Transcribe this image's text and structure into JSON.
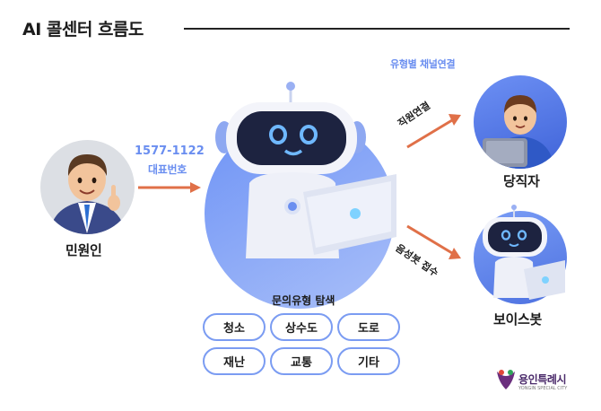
{
  "header": {
    "title": "AI 콜센터 흐름도"
  },
  "citizen": {
    "label": "민원인",
    "phone_number": "1577-1122",
    "phone_caption": "대표번호"
  },
  "routing": {
    "caption": "유형별 채널연결",
    "to_staff": "직원연결",
    "to_voicebot": "음성봇 접수"
  },
  "staff": {
    "label": "당직자"
  },
  "voicebot": {
    "label": "보이스봇"
  },
  "inquiry": {
    "title": "문의유형 탐색",
    "types": [
      "청소",
      "상수도",
      "도로",
      "재난",
      "교통",
      "기타"
    ]
  },
  "logo": {
    "name": "용인특례시",
    "sub": "YONGIN SPECIAL CITY"
  },
  "colors": {
    "accent": "#6a8ef0",
    "arrow": "#e07048",
    "chip_border": "#7b9cf2"
  }
}
